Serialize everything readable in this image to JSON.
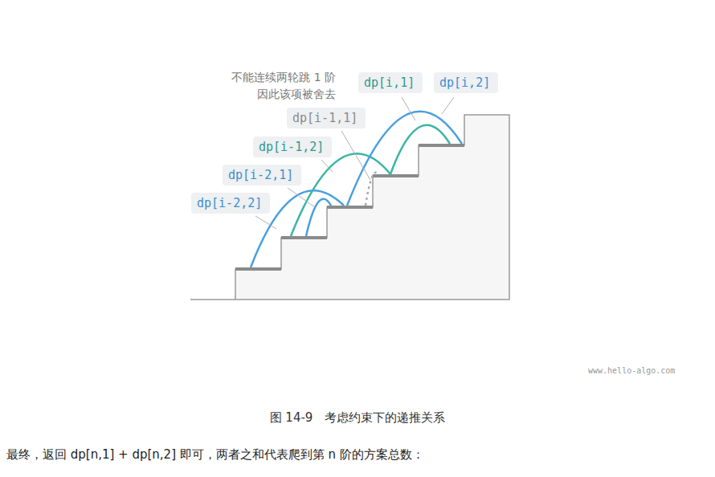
{
  "diagram": {
    "caption": "图 14-9　考虑约束下的递推关系",
    "nodes": [
      {
        "text": [
          "dp[i,1]"
        ]
      },
      {
        "text": [
          "dp[i,2]"
        ]
      },
      {
        "text": [
          "dp[i-1,1]"
        ]
      },
      {
        "text": [
          "dp[i-1,2]"
        ]
      },
      {
        "text": [
          "dp[i-2,1]"
        ]
      },
      {
        "text": [
          "dp[i-2,2]"
        ]
      }
    ],
    "labels": [
      "不能连续两轮跳 1 阶 因此该项被舍去",
      "www.hello-algo.com",
      "最终，返回 dp[n,1] + dp[n,2] 即可，两者之和代表爬到第 n 阶的方案总数："
    ]
  }
}
